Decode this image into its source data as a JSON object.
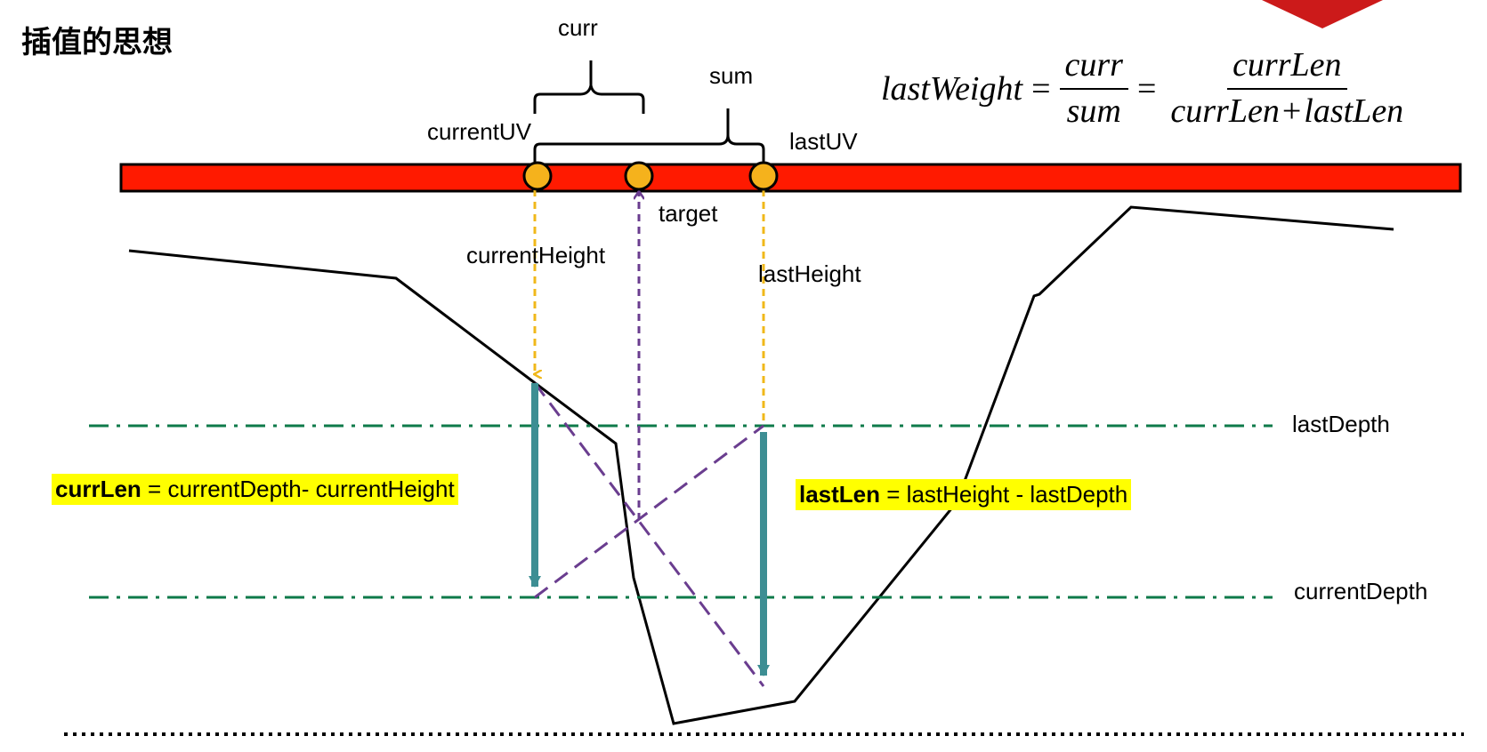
{
  "title": "插值的思想",
  "formula": {
    "lhs": "lastWeight",
    "equals": "=",
    "frac1": {
      "num": "curr",
      "den": "sum"
    },
    "frac2": {
      "num": "currLen",
      "den_a": "currLen",
      "plus": "+",
      "den_b": "lastLen"
    }
  },
  "labels": {
    "curr": "curr",
    "sum": "sum",
    "current_uv": "currentUV",
    "last_uv": "lastUV",
    "target": "target",
    "current_height": "currentHeight",
    "last_height": "lastHeight",
    "last_depth": "lastDepth",
    "current_depth": "currentDepth"
  },
  "curr_len_box": {
    "name": "currLen",
    "rest": " = currentDepth- currentHeight"
  },
  "last_len_box": {
    "name": "lastLen",
    "rest": " = lastHeight - lastDepth"
  },
  "colors": {
    "uv_bar": "#ff1a00",
    "point_fill": "#f5b21c",
    "height_arrow": "#f0b81a",
    "target_arrow": "#6a3d8f",
    "depth_line": "#0e7a4a",
    "len_bar": "#3d8e93",
    "highlight": "#ffff00"
  }
}
